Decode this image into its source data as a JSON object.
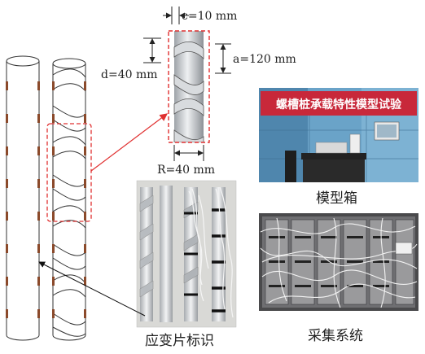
{
  "dimensions": {
    "c": "c=10 mm",
    "d": "d=40 mm",
    "a": "a=120 mm",
    "R": "R=40 mm"
  },
  "captions": {
    "model_box": "模型箱",
    "strain_gauge": "应变片标识",
    "acquisition": "采集系统"
  },
  "photo_banner": "螺槽桩承载特性模型试验",
  "colors": {
    "highlight_box": "#e03030",
    "gauge": "#8b4a2b",
    "banner": "#c8283a"
  }
}
